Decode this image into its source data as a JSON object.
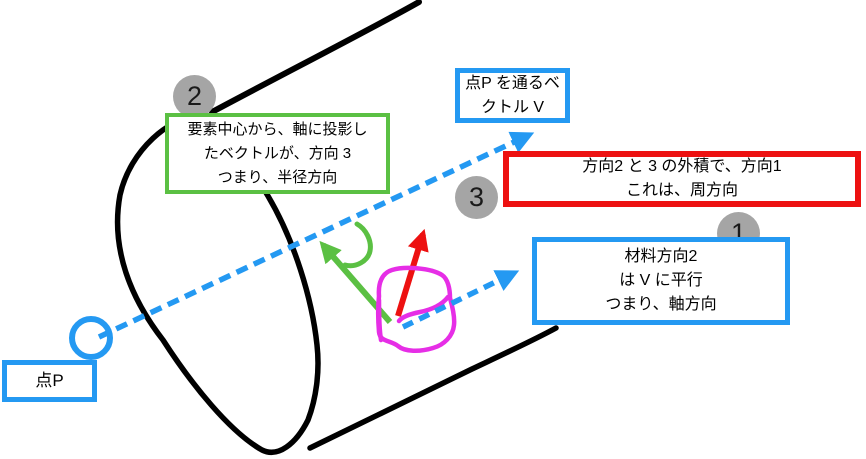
{
  "diagram": {
    "title": "material-orientation-diagram",
    "labels": {
      "vector_v": {
        "lines": [
          "点P を通るベ",
          "クトル V"
        ]
      },
      "radial": {
        "lines": [
          "要素中心から、軸に投影し",
          "たベクトルが、方向 3",
          "つまり、半径方向"
        ]
      },
      "circumferential": {
        "lines": [
          "方向2 と 3 の外積で、方向1",
          "これは、周方向"
        ]
      },
      "axial": {
        "lines": [
          "材料方向2",
          "は V に平行",
          "つまり、軸方向"
        ]
      },
      "point_p": {
        "lines": [
          "点P"
        ]
      }
    },
    "badges": {
      "direction2": "2",
      "direction3": "3",
      "direction1": "1"
    },
    "colors": {
      "blue": "#2499F2",
      "green": "#5BC043",
      "red": "#ED1111",
      "magenta": "#E62EE6",
      "gray_badge": "#A5A5A5",
      "stroke_black": "#000000"
    }
  }
}
